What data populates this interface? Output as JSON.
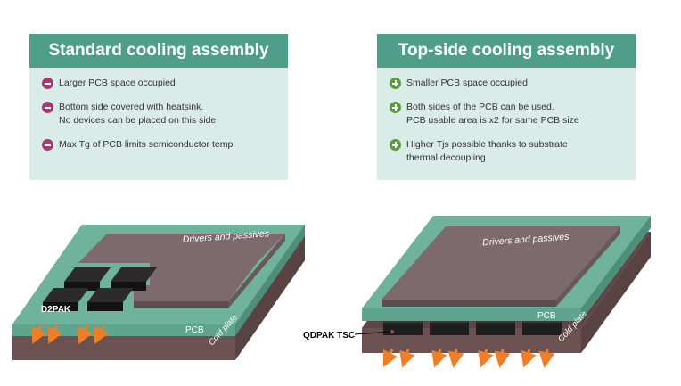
{
  "left_panel": {
    "title": "Standard cooling assembly",
    "items": [
      {
        "type": "minus",
        "lines": [
          "Larger PCB space occupied"
        ]
      },
      {
        "type": "minus",
        "lines": [
          "Bottom side covered with heatsink.",
          "No devices can be placed on this side"
        ]
      },
      {
        "type": "minus",
        "lines": [
          "Max Tg of PCB limits semiconductor temp"
        ]
      }
    ]
  },
  "right_panel": {
    "title": "Top-side cooling assembly",
    "items": [
      {
        "type": "plus",
        "lines": [
          "Smaller PCB space occupied"
        ]
      },
      {
        "type": "plus",
        "lines": [
          "Both sides of the PCB can be used.",
          "PCB usable area is x2 for same PCB size"
        ]
      },
      {
        "type": "plus",
        "lines": [
          "Higher Tjs possible thanks to substrate",
          "thermal decoupling"
        ]
      }
    ]
  },
  "left_illustration": {
    "drivers_label": "Drivers and passives",
    "package_label": "D2PAK",
    "pcb_label": "PCB",
    "coldplate_label": "Cold plate"
  },
  "right_illustration": {
    "drivers_label": "Drivers and passives",
    "package_label": "QDPAK TSC",
    "pcb_label": "PCB",
    "coldplate_label": "Cold plate"
  },
  "colors": {
    "panel_bg": "#d9ece7",
    "header": "#4f9e89",
    "minus": "#a63a72",
    "plus": "#5f9a3f",
    "coldplate": "#6b5151",
    "pcb": "#5fa48e",
    "drivers": "#7d6a6c",
    "package": "#1e1e1e",
    "arrow": "#f07e26"
  }
}
